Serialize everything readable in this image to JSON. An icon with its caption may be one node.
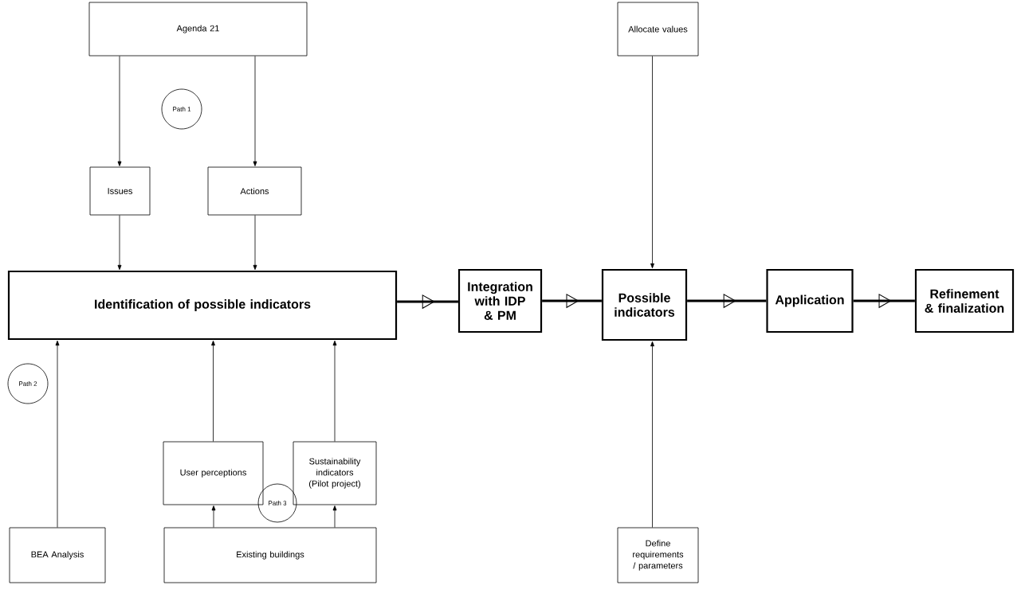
{
  "diagram": {
    "nodes": [
      {
        "text": [
          "Agenda 21"
        ]
      },
      {
        "text": [
          "Path 1"
        ]
      },
      {
        "text": [
          "Issues"
        ]
      },
      {
        "text": [
          "Actions"
        ]
      },
      {
        "text": [
          "Identification of possible indicators"
        ]
      },
      {
        "text": [
          "Integration with IDP & PM"
        ]
      },
      {
        "text": [
          "Allocate values"
        ]
      },
      {
        "text": [
          "Possible indicators"
        ]
      },
      {
        "text": [
          "Application"
        ]
      },
      {
        "text": [
          "Refinement & finalization"
        ]
      },
      {
        "text": [
          "Path 2"
        ]
      },
      {
        "text": [
          "User perceptions"
        ]
      },
      {
        "text": [
          "Sustainability indicators (Pilot project)"
        ]
      },
      {
        "text": [
          "Path 3"
        ]
      },
      {
        "text": [
          "BEA Analysis"
        ]
      },
      {
        "text": [
          "Existing buildings"
        ]
      },
      {
        "text": [
          "Define requirements / parameters"
        ]
      }
    ],
    "edges": [
      {
        "from": 0,
        "to": 2,
        "arrow": "to"
      },
      {
        "from": 0,
        "to": 3,
        "arrow": "to"
      },
      {
        "from": 2,
        "to": 4,
        "arrow": "to"
      },
      {
        "from": 3,
        "to": 4,
        "arrow": "to"
      },
      {
        "from": 4,
        "to": 5,
        "arrow": "to",
        "style": "thick"
      },
      {
        "from": 5,
        "to": 7,
        "arrow": "to",
        "style": "thick"
      },
      {
        "from": 6,
        "to": 7,
        "arrow": "to"
      },
      {
        "from": 7,
        "to": 8,
        "arrow": "to",
        "style": "thick"
      },
      {
        "from": 8,
        "to": 9,
        "arrow": "to",
        "style": "thick"
      },
      {
        "from": 14,
        "to": 4,
        "arrow": "to"
      },
      {
        "from": 11,
        "to": 4,
        "arrow": "to"
      },
      {
        "from": 12,
        "to": 4,
        "arrow": "to"
      },
      {
        "from": 15,
        "to": 11,
        "arrow": "to"
      },
      {
        "from": 15,
        "to": 12,
        "arrow": "to"
      },
      {
        "from": 16,
        "to": 7,
        "arrow": "to"
      }
    ]
  }
}
